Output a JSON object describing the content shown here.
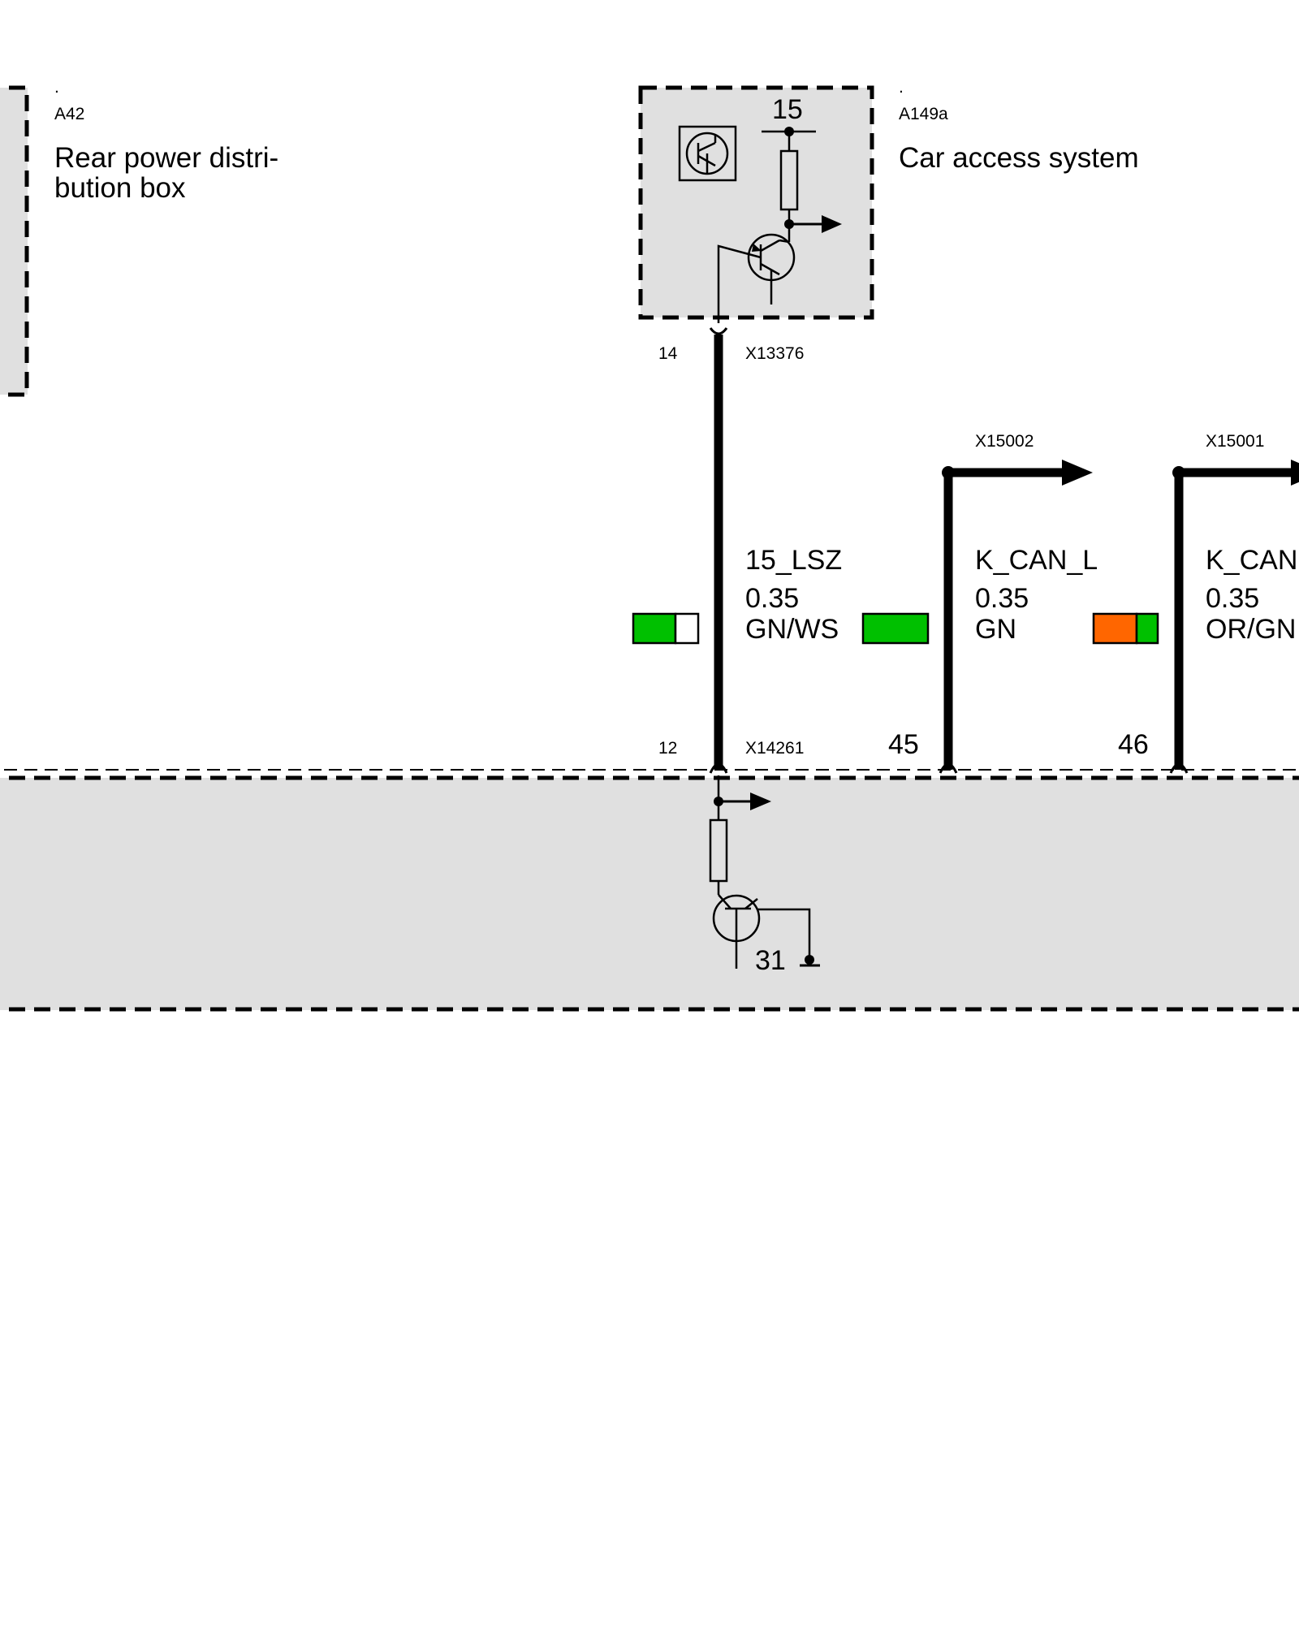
{
  "modules": {
    "a42": {
      "dot": ".",
      "code": "A42",
      "name_line1": "Rear power distri-",
      "name_line2": "bution box"
    },
    "a149a": {
      "dot": ".",
      "code": "A149a",
      "name": "Car access system",
      "terminal": "15"
    },
    "lower": {
      "terminal": "31"
    }
  },
  "wires": [
    {
      "signal": "15_LSZ",
      "gauge": "0.35",
      "color_code": "GN/WS",
      "colors": [
        "#00c000",
        "#ffffff"
      ],
      "top_connector": "X13376",
      "top_pin": "14",
      "bottom_connector": "X14261",
      "bottom_pin": "12"
    },
    {
      "signal": "K_CAN_L",
      "gauge": "0.35",
      "color_code": "GN",
      "colors": [
        "#00c000"
      ],
      "arrow_connector": "X15002",
      "bottom_pin": "45"
    },
    {
      "signal": "K_CAN",
      "gauge": "0.35",
      "color_code": "OR/GN",
      "colors": [
        "#ff6600",
        "#00c000"
      ],
      "arrow_connector": "X15001",
      "bottom_pin": "46"
    }
  ],
  "colors": {
    "module_fill": "#e0e0e0",
    "line": "#000000"
  }
}
